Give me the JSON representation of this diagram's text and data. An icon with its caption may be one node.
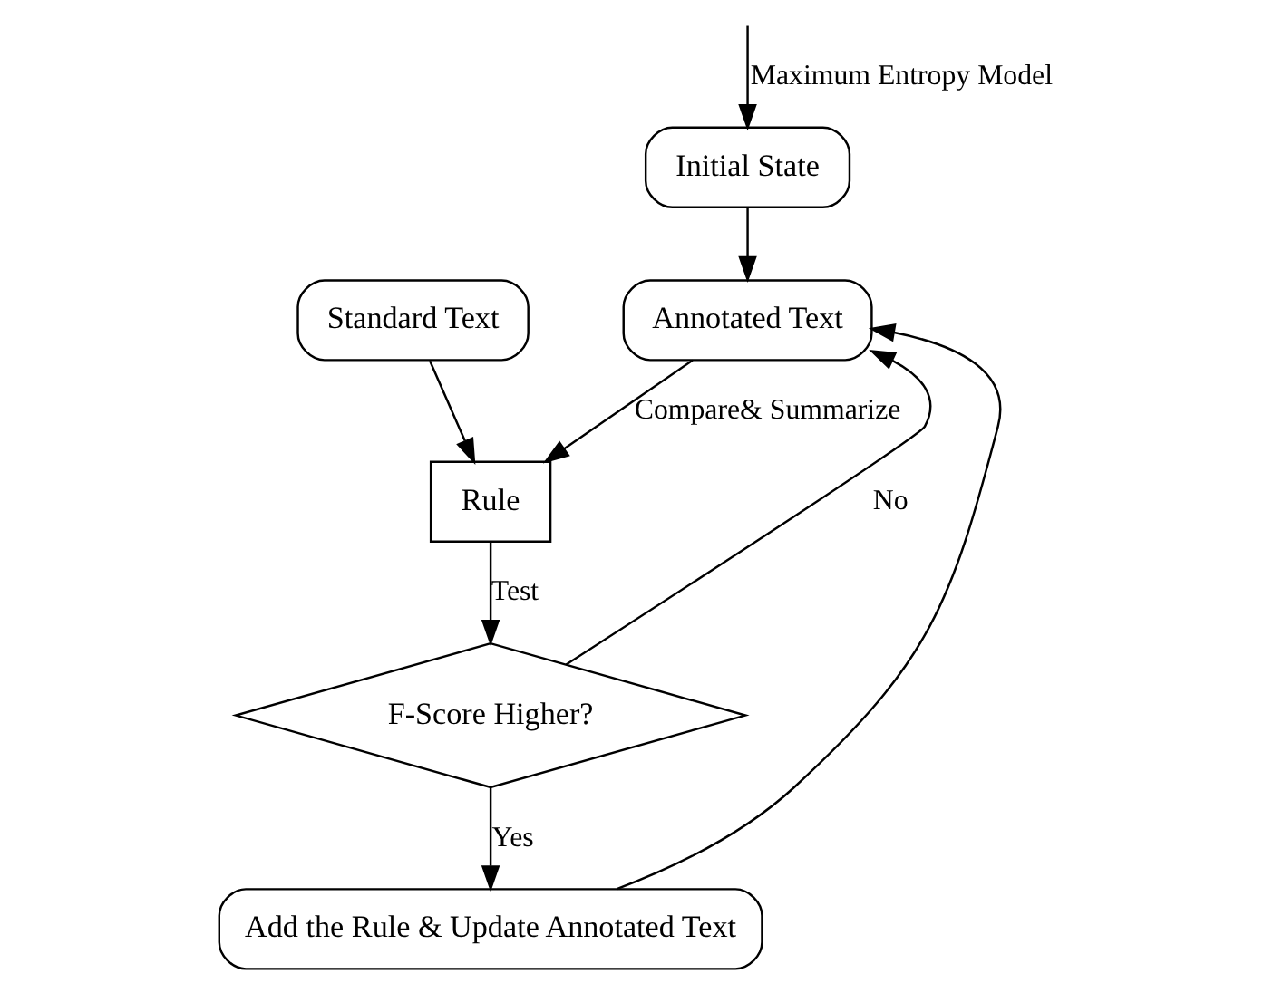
{
  "diagram": {
    "nodes": [
      {
        "text": [
          "Initial State"
        ]
      },
      {
        "text": [
          "Annotated Text"
        ]
      },
      {
        "text": [
          "Standard Text"
        ]
      },
      {
        "text": [
          "Rule"
        ]
      },
      {
        "text": [
          "F-Score Higher?"
        ]
      },
      {
        "text": [
          "Add the Rule & Update Annotated Text"
        ]
      }
    ],
    "edges": [
      {
        "from": null,
        "to": 0,
        "arrow": "to",
        "label": "Maximum Entropy Model"
      },
      {
        "from": 0,
        "to": 1,
        "arrow": "to"
      },
      {
        "from": 1,
        "to": 3,
        "arrow": "to",
        "label": "Compare& Summarize"
      },
      {
        "from": 2,
        "to": 3,
        "arrow": "to"
      },
      {
        "from": 3,
        "to": 4,
        "arrow": "to",
        "label": "Test"
      },
      {
        "from": 4,
        "to": 5,
        "arrow": "to",
        "label": "Yes"
      },
      {
        "from": 4,
        "to": 1,
        "arrow": "to",
        "label": "No"
      },
      {
        "from": 5,
        "to": 1,
        "arrow": "to"
      }
    ]
  }
}
